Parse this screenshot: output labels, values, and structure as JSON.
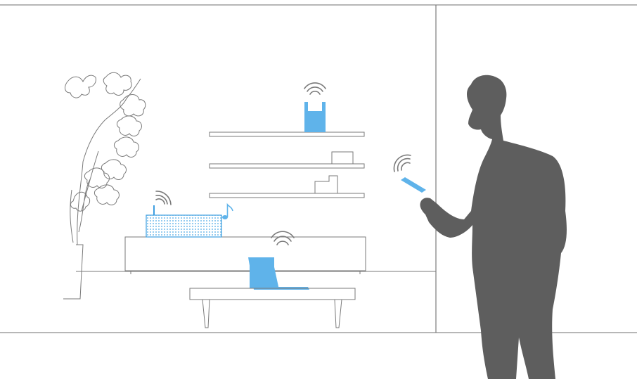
{
  "colors": {
    "line": "#6f6f6f",
    "device_blue": "#5fb3ea",
    "speaker_fill": "#e8f4fc",
    "speaker_stroke": "#3d9ee0",
    "person": "#5e5e5e",
    "background": "#ffffff"
  },
  "icons": {
    "wifi": "wifi-signal-icon",
    "music": "music-note-icon"
  },
  "devices": [
    {
      "name": "wireless-router",
      "connected": true
    },
    {
      "name": "wireless-speaker",
      "connected": true
    },
    {
      "name": "laptop",
      "connected": true
    },
    {
      "name": "smartphone",
      "connected": true
    }
  ]
}
